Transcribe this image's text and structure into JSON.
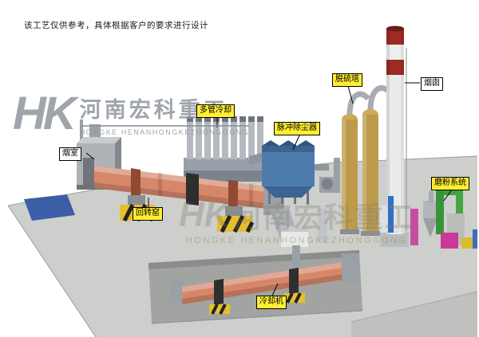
{
  "page": {
    "disclaimer": "该工艺仅供参考，具体根据客户的要求进行设计"
  },
  "branding": {
    "logo_abbr": "HK",
    "company_cn": "河南宏科重工",
    "company_en": "HONGKE HENANHONGKEZHONGGONG"
  },
  "watermark": {
    "logo_abbr": "HK",
    "company_cn": "河南宏科重工",
    "company_en": "HONGKE HENANHONGKEZHONGGONG"
  },
  "equipment_labels": {
    "smoke_chamber": "烟室",
    "rotary_kiln": "回转窑",
    "multi_tube_cooler": "多管冷却",
    "pulse_dust_collector": "脉冲除尘器",
    "desulfurization_tower": "脱硫塔",
    "chimney": "烟囱",
    "grinding_system": "磨粉系统",
    "cooling_machine": "冷却机"
  },
  "colors": {
    "kiln_salmon": "#d6876a",
    "dust_collector_blue": "#4d7cad",
    "tower_tan": "#bd9b4b",
    "chimney_red": "#9c2b24",
    "platform_gray": "#cdcfcd",
    "pit_gray": "#a2a4a2",
    "pad_blue": "#3b5ea6",
    "hazard_yellow": "#e6bf2e",
    "pipe_green": "#3f9e3f",
    "equipment_magenta": "#c93a96",
    "label_yellow": "#ffee33",
    "label_white": "#ffffff"
  }
}
